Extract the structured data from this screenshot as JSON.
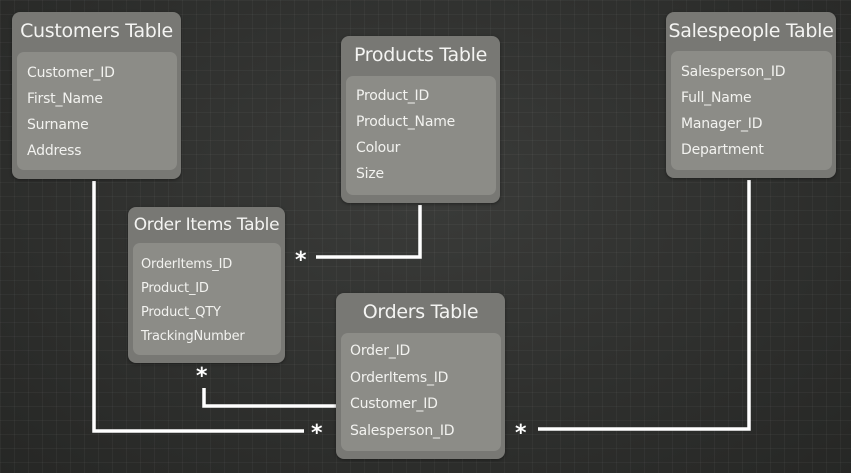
{
  "tables": {
    "customers": {
      "title": "Customers Table",
      "fields": [
        "Customer_ID",
        "First_Name",
        "Surname",
        "Address"
      ]
    },
    "products": {
      "title": "Products Table",
      "fields": [
        "Product_ID",
        "Product_Name",
        "Colour",
        "Size"
      ]
    },
    "salespeople": {
      "title": "Salespeople Table",
      "fields": [
        "Salesperson_ID",
        "Full_Name",
        "Manager_ID",
        "Department"
      ]
    },
    "order_items": {
      "title": "Order Items Table",
      "fields": [
        "OrderItems_ID",
        "Product_ID",
        "Product_QTY",
        "TrackingNumber"
      ]
    },
    "orders": {
      "title": "Orders Table",
      "fields": [
        "Order_ID",
        "OrderItems_ID",
        "Customer_ID",
        "Salesperson_ID"
      ]
    }
  },
  "relationships": [
    {
      "from": "Customers Table",
      "to": "Orders Table",
      "many_marker": "*"
    },
    {
      "from": "Products Table",
      "to": "Order Items Table",
      "many_marker": "*"
    },
    {
      "from": "Order Items Table",
      "to": "Orders Table",
      "many_marker": "*"
    },
    {
      "from": "Salespeople Table",
      "to": "Orders Table",
      "many_marker": "*"
    }
  ],
  "colors": {
    "background": "#2f302e",
    "table_header": "#787874",
    "table_body": "#8c8c87",
    "connector": "#ffffff",
    "text": "#f2f2ef"
  }
}
